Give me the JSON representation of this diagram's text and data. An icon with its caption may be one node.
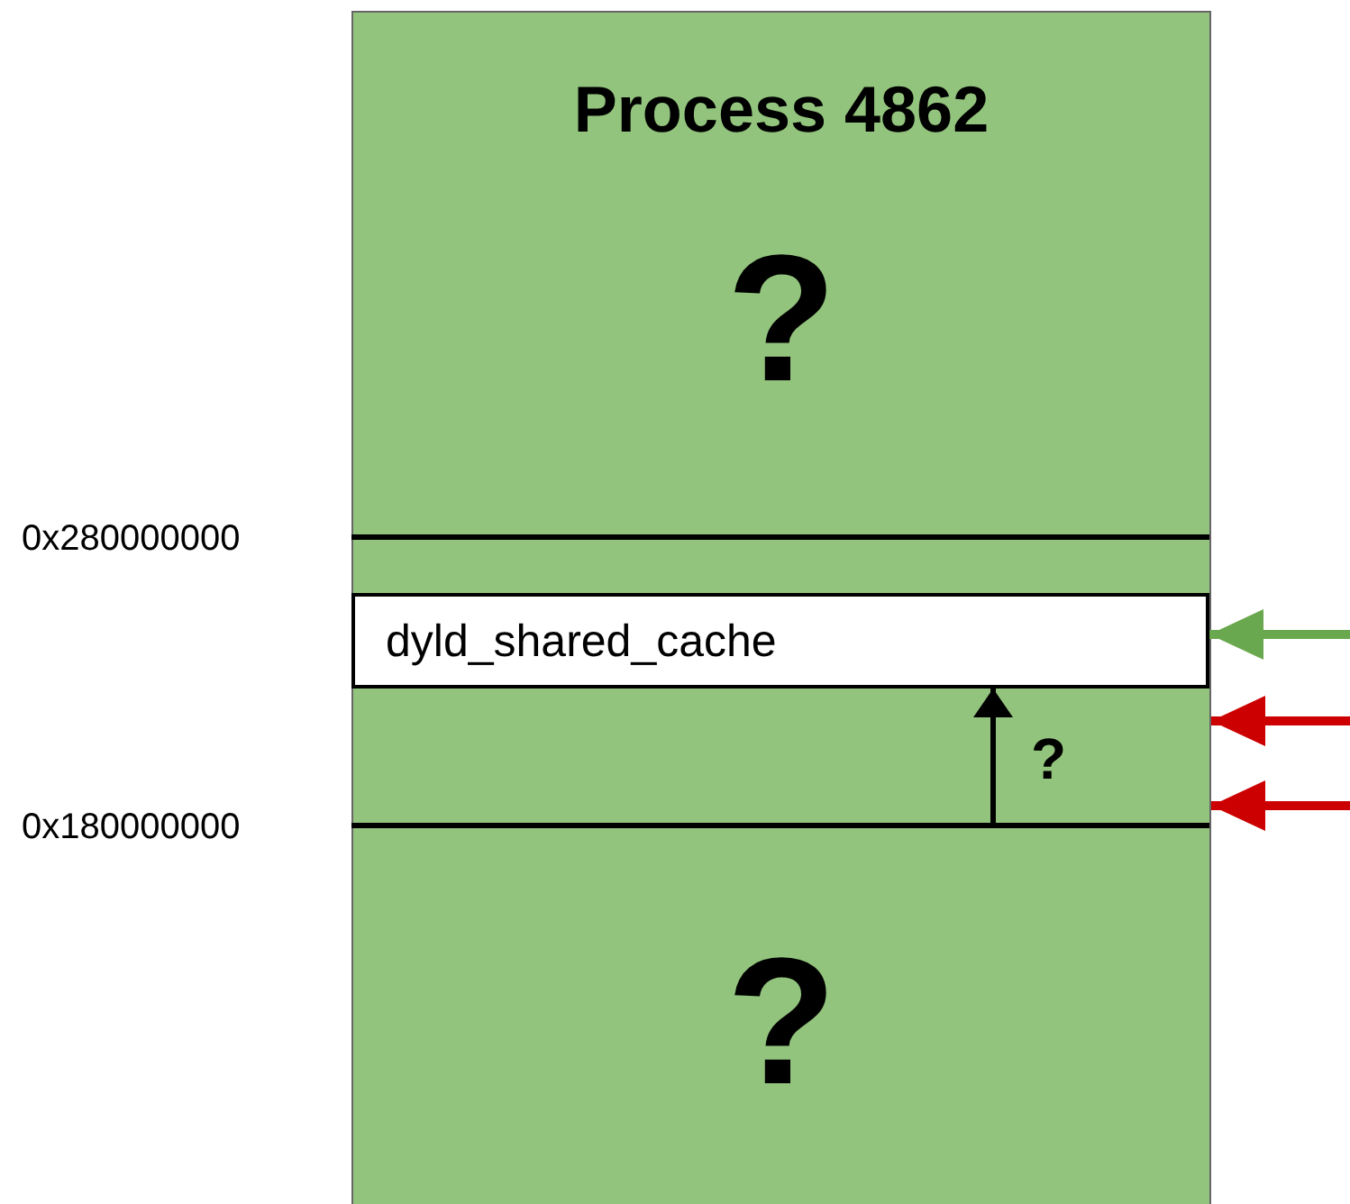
{
  "diagram": {
    "nodes": [
      {
        "text": [
          "Process 4862",
          "?",
          "?"
        ]
      },
      {
        "text": [
          "dyld_shared_cache"
        ],
        "in": 0
      }
    ],
    "edges": [
      {
        "from": null,
        "to": 1,
        "arrow": "to",
        "color": "#6aa84f"
      },
      {
        "from": null,
        "to": 0,
        "arrow": "to",
        "color": "#cc0000"
      },
      {
        "from": null,
        "to": 0,
        "arrow": "to",
        "color": "#cc0000"
      },
      {
        "from": null,
        "to": 1,
        "arrow": "to",
        "label": "?",
        "color": "#000000"
      }
    ],
    "labels": [
      "0x280000000",
      "0x180000000"
    ]
  }
}
